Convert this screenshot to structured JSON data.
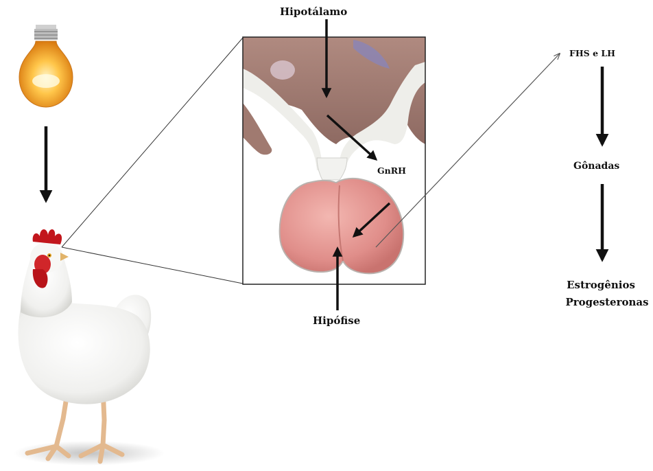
{
  "labels": {
    "hypothalamus": "Hipotálamo",
    "gnrh": "GnRH",
    "pituitary": "Hipófise",
    "hormones": "FHS e LH",
    "gonads": "Gônadas",
    "estrogens": "Estrogênios",
    "progesterones": "Progesteronas"
  },
  "colors": {
    "arrow": "#111111",
    "gland_pink": "#e79a96",
    "tissue_brown": "#a77f74",
    "bulb_glow": "#f6a623",
    "comb_red": "#c2161c"
  },
  "icons": [
    "light-bulb-icon",
    "chicken-illustration",
    "brain-anatomy-illustration"
  ]
}
